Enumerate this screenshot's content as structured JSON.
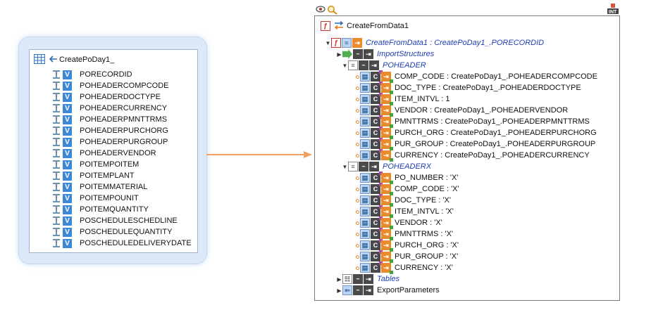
{
  "left_panel": {
    "title": "CreatePoDay1_",
    "badge": "V",
    "fields": [
      "PORECORDID",
      "POHEADERCOMPCODE",
      "POHEADERDOCTYPE",
      "POHEADERCURRENCY",
      "POHEADERPMNTTRMS",
      "POHEADERPURCHORG",
      "POHEADERPURGROUP",
      "POHEADERVENDOR",
      "POITEMPOITEM",
      "POITEMPLANT",
      "POITEMMATERIAL",
      "POITEMPOUNIT",
      "POITEMQUANTITY",
      "POSCHEDULESCHEDLINE",
      "POSCHEDULEQUANTITY",
      "POSCHEDULEDELIVERYDATE"
    ]
  },
  "right_panel": {
    "title": "CreateFromData1",
    "root": "CreateFromData1 : CreatePoDay1_.PORECORDID",
    "import_structures": "ImportStructures",
    "poheader": {
      "label": "POHEADER",
      "rows": [
        "COMP_CODE : CreatePoDay1_.POHEADERCOMPCODE",
        "DOC_TYPE : CreatePoDay1_.POHEADERDOCTYPE",
        "ITEM_INTVL : 1",
        "VENDOR : CreatePoDay1_.POHEADERVENDOR",
        "PMNTTRMS : CreatePoDay1_.POHEADERPMNTTRMS",
        "PURCH_ORG : CreatePoDay1_.POHEADERPURCHORG",
        "PUR_GROUP : CreatePoDay1_.POHEADERPURGROUP",
        "CURRENCY : CreatePoDay1_.POHEADERCURRENCY"
      ]
    },
    "poheaderx": {
      "label": "POHEADERX",
      "rows": [
        "PO_NUMBER : 'X'",
        "COMP_CODE : 'X'",
        "DOC_TYPE : 'X'",
        "ITEM_INTVL : 'X'",
        "VENDOR : 'X'",
        "PMNTTRMS : 'X'",
        "PURCH_ORG : 'X'",
        "PUR_GROUP : 'X'",
        "CURRENCY : 'X'"
      ]
    },
    "tables": "Tables",
    "export_parameters": "ExportParameters"
  },
  "icons": {
    "top_left": [
      "eye-icon",
      "search-icon"
    ],
    "top_right": "int-component-icon",
    "arrow_color": "#f0a060"
  }
}
